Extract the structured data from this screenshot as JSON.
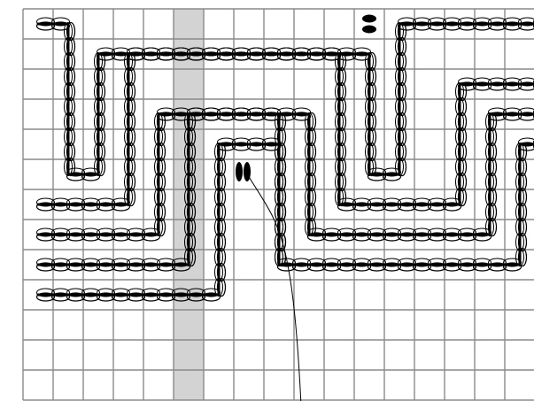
{
  "diagram": {
    "grid": {
      "columns": 17,
      "rows": 13,
      "line_color": "#8a8a8a",
      "background": "#ffffff"
    },
    "highlight_column": {
      "index": 5,
      "color": "#d3d3d3"
    },
    "stitch": {
      "outline_color": "#000000",
      "fill": "#ffffff"
    },
    "paths": [
      {
        "name": "outer-spiral-path",
        "points": [
          [
            0,
            0
          ],
          [
            1,
            0
          ],
          [
            1,
            5
          ],
          [
            2,
            5
          ],
          [
            2,
            1
          ],
          [
            11,
            1
          ],
          [
            11,
            5
          ],
          [
            12,
            5
          ],
          [
            12,
            0
          ],
          [
            17,
            0
          ]
        ]
      },
      {
        "name": "second-spiral-path",
        "points": [
          [
            0,
            6
          ],
          [
            3,
            6
          ],
          [
            3,
            1
          ],
          [
            10,
            1
          ],
          [
            10,
            6
          ],
          [
            14,
            6
          ],
          [
            14,
            2
          ],
          [
            17,
            2
          ]
        ]
      },
      {
        "name": "third-spiral-path",
        "points": [
          [
            0,
            7
          ],
          [
            4,
            7
          ],
          [
            4,
            3
          ],
          [
            9,
            3
          ],
          [
            9,
            7
          ],
          [
            15,
            7
          ],
          [
            15,
            3
          ],
          [
            17,
            3
          ]
        ]
      },
      {
        "name": "fourth-spiral-path",
        "points": [
          [
            0,
            8
          ],
          [
            5,
            8
          ],
          [
            5,
            3
          ],
          [
            8,
            3
          ],
          [
            8,
            8
          ],
          [
            16,
            8
          ],
          [
            16,
            4
          ],
          [
            17,
            4
          ]
        ]
      },
      {
        "name": "inner-spiral-path",
        "points": [
          [
            0,
            9
          ],
          [
            6,
            9
          ],
          [
            6,
            4
          ],
          [
            8,
            4
          ],
          [
            8,
            8
          ]
        ]
      }
    ],
    "knots": [
      {
        "name": "top-knot-marker",
        "cell": [
          11,
          0
        ],
        "fill": "#000000"
      }
    ],
    "needle": {
      "entry_cell": [
        7,
        5
      ],
      "exit_cell": [
        9,
        13
      ],
      "fill": "#000000"
    }
  }
}
